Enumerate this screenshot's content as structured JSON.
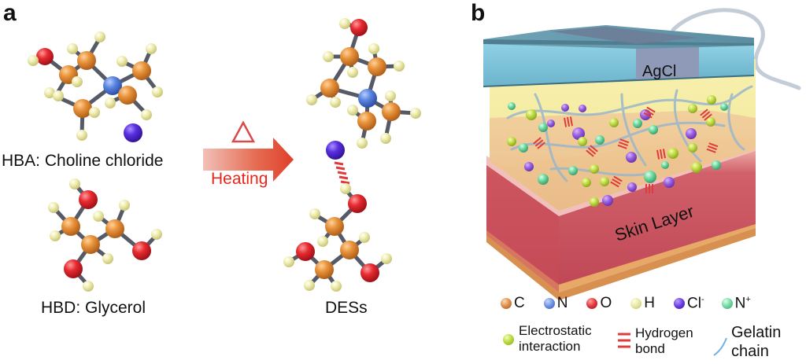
{
  "panel_a": {
    "label": "a",
    "hba_label": "HBA: Choline chloride",
    "hbd_label": "HBD: Glycerol",
    "arrow_symbol": "△",
    "arrow_label": "Heating",
    "product_label": "DESs"
  },
  "panel_b": {
    "label": "b",
    "electrode_label": "AgCl",
    "skin_label": "Skin Layer"
  },
  "legend": {
    "atoms": [
      {
        "name": "C",
        "color": "#d98b4a"
      },
      {
        "name": "N",
        "color": "#6b8fe0"
      },
      {
        "name": "O",
        "color": "#e0323a"
      },
      {
        "name": "H",
        "color": "#e6e6a0"
      },
      {
        "name": "Cl",
        "sup": "-",
        "color": "#6a3ae0"
      },
      {
        "name": "N",
        "sup": "+",
        "color": "#6fd8a0"
      }
    ],
    "electrostatic_line1": "Electrostatic",
    "electrostatic_line2": "interaction",
    "electrostatic_color": "#b5d63a",
    "hbond_line1": "Hydrogen",
    "hbond_line2": "bond",
    "hbond_color": "#e03a3a",
    "gelatin_line1": "Gelatin",
    "gelatin_line2": "chain",
    "gelatin_color": "#6fb4e0"
  },
  "colors": {
    "carbon": "#e8923a",
    "nitrogen": "#5b86e0",
    "oxygen": "#e62a30",
    "hydrogen": "#f0eeb0",
    "chloride": "#5a2ee0",
    "bond": "#555a66",
    "arrow": "#e0402a",
    "gel": "#f4eca0",
    "agcl_top": "#5f8fa0",
    "agcl_front": "#8ccde0",
    "skin": "#c8505c"
  }
}
